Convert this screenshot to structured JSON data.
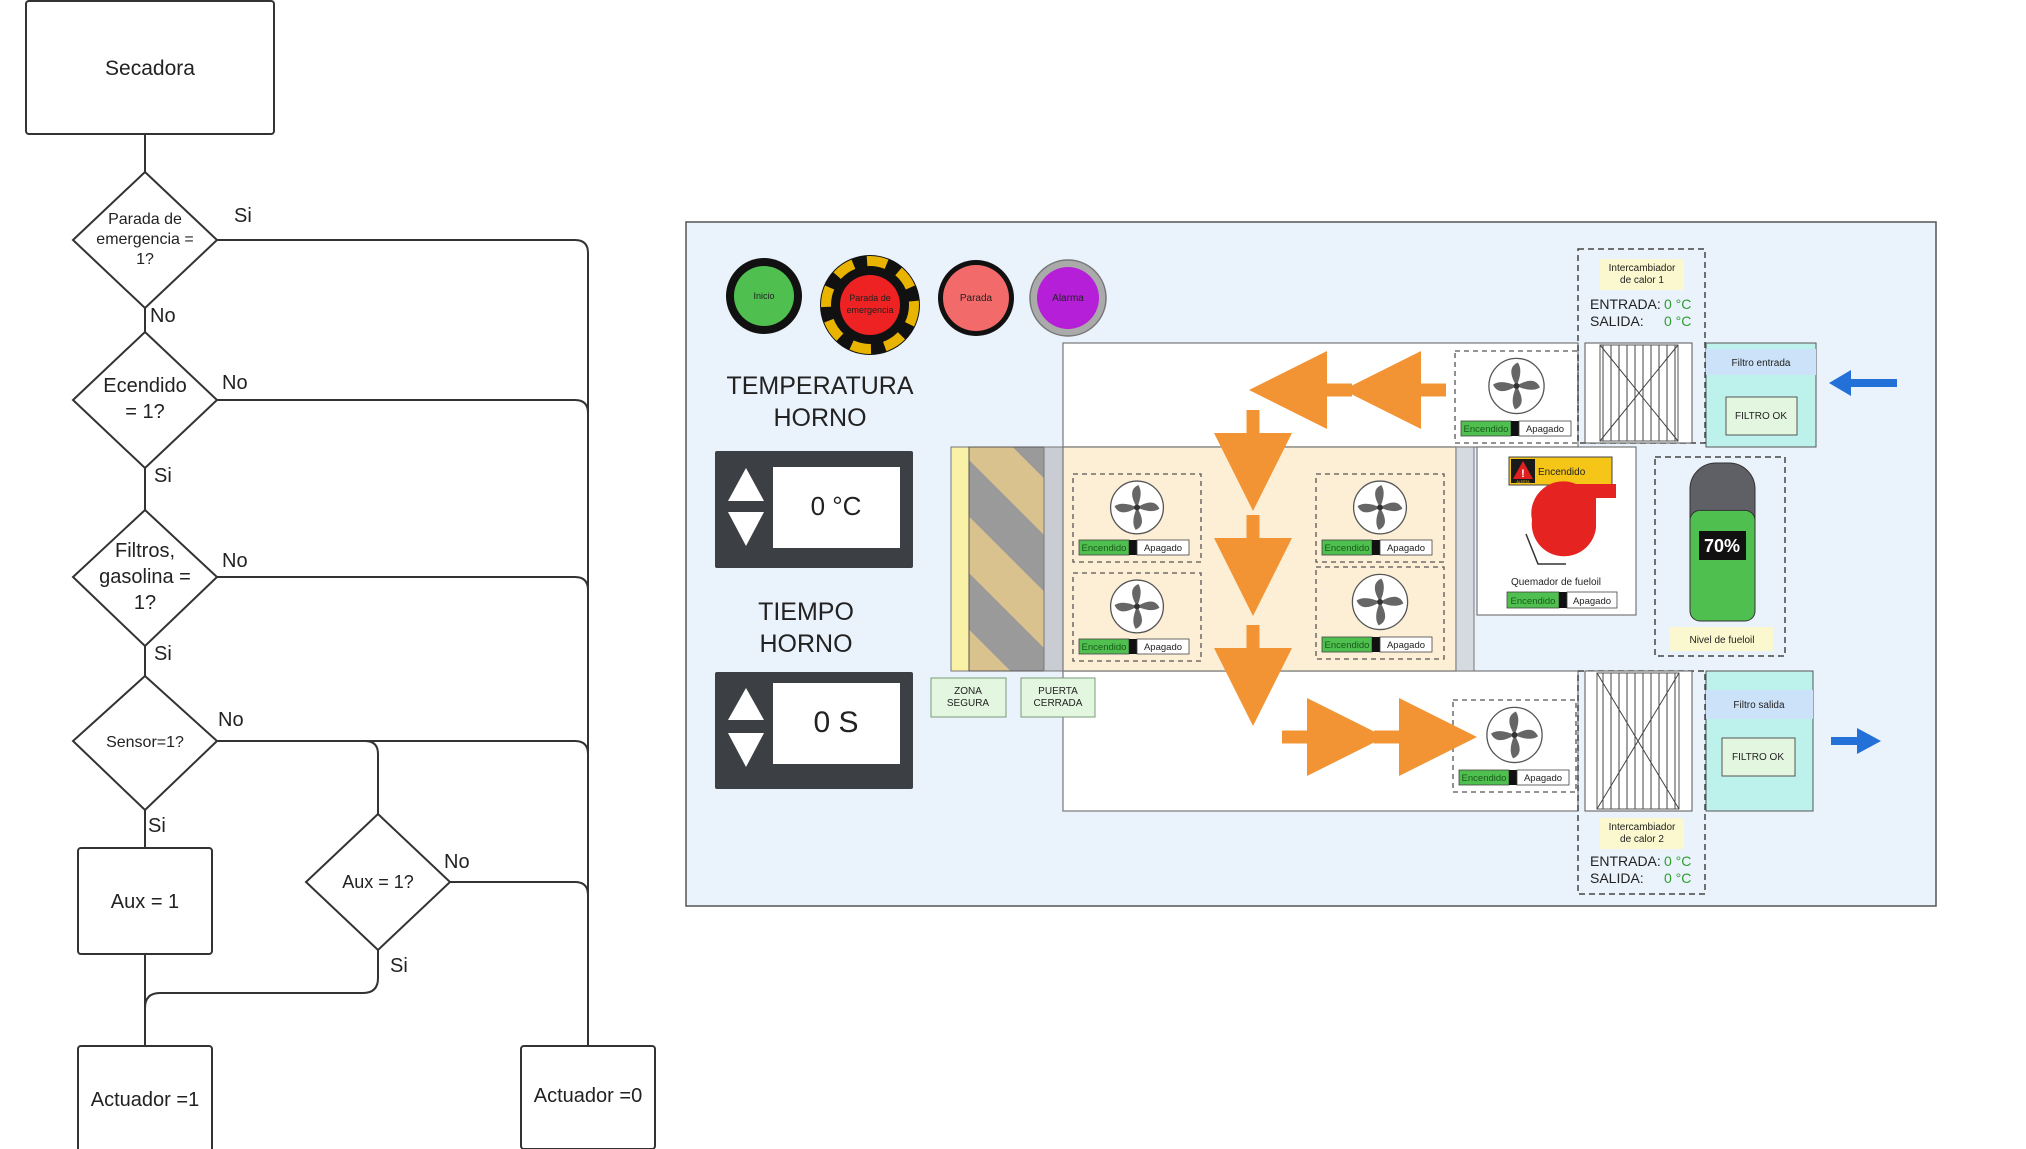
{
  "flowchart": {
    "start": "Secadora",
    "d1": [
      "Parada de",
      "emergencia =",
      "1?"
    ],
    "d2": [
      "Ecendido",
      "= 1?"
    ],
    "d3": [
      "Filtros,",
      "gasolina =",
      "1?"
    ],
    "d4": "Sensor=1?",
    "d5": "Aux = 1?",
    "aux": "Aux = 1",
    "act1": "Actuador =1",
    "act0": "Actuador =0",
    "si": "Si",
    "no": "No"
  },
  "panel": {
    "buttons": {
      "inicio": "Inicio",
      "parada_emergencia": [
        "Parada de",
        "emergencia"
      ],
      "parada": "Parada",
      "alarma": "Alarma"
    },
    "temperatura": {
      "title": [
        "TEMPERATURA",
        "HORNO"
      ],
      "value": "0 °C"
    },
    "tiempo": {
      "title": [
        "TIEMPO",
        "HORNO"
      ],
      "value": "0 S"
    },
    "zona_segura": [
      "ZONA",
      "SEGURA"
    ],
    "puerta_cerrada": [
      "PUERTA",
      "CERRADA"
    ],
    "fan_on": "Encendido",
    "fan_off": "Apagado",
    "burner": {
      "status": "Encendido",
      "label": "Quemador de fueloil",
      "warn": "ALERTA"
    },
    "tank": {
      "level": "70%",
      "label": "Nivel de fueloil",
      "level_value": 0.7
    },
    "hx1": {
      "title": [
        "Intercambiador",
        "de calor 1"
      ],
      "entrada_label": "ENTRADA:",
      "entrada": "0 °C",
      "salida_label": "SALIDA:",
      "salida": "0 °C"
    },
    "hx2": {
      "title": [
        "Intercambiador",
        "de calor 2"
      ],
      "entrada_label": "ENTRADA:",
      "entrada": "0 °C",
      "salida_label": "SALIDA:",
      "salida": "0 °C"
    },
    "filtro_entrada": {
      "title": "Filtro entrada",
      "status": "FILTRO OK"
    },
    "filtro_salida": {
      "title": "Filtro salida",
      "status": "FILTRO OK"
    },
    "colors": {
      "panel_bg": "#eaf2fc",
      "green": "#4fbf4f",
      "red": "#ee2222",
      "pink": "#f26a6a",
      "purple": "#b61fd8",
      "orange": "#f39434",
      "blue": "#2270d8",
      "display_frame": "#3c3f44",
      "filter_cyan": "#bdf1ec",
      "filter_blue": "#cce2f8",
      "hx_yellow": "#fbf8cf",
      "status_green": "#2e9d2e"
    }
  }
}
